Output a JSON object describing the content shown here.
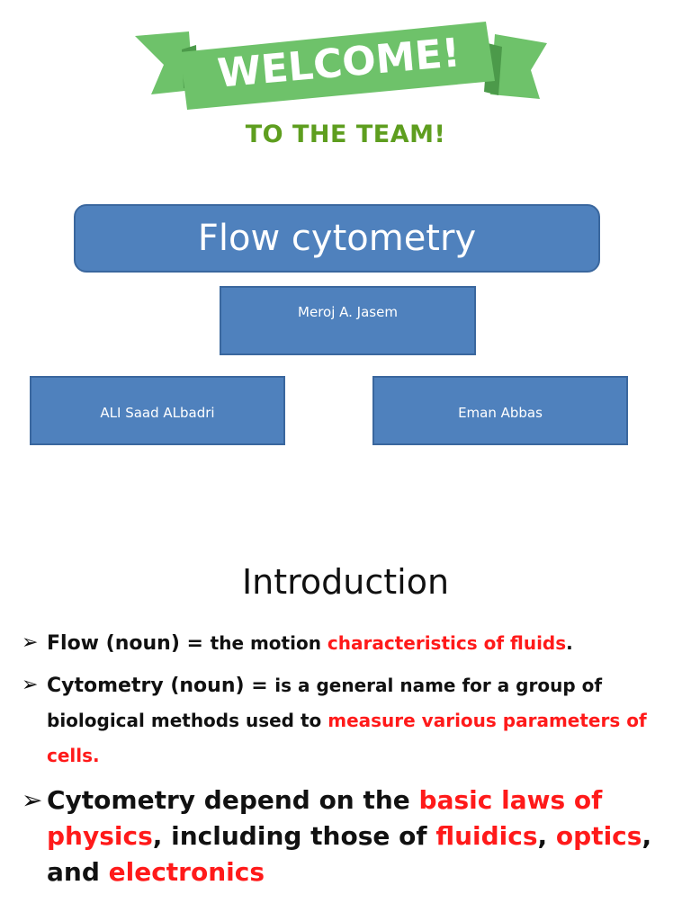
{
  "banner": {
    "welcome": "WELCOME!",
    "subtitle": "TO THE TEAM!"
  },
  "org_chart": {
    "title": "Flow cytometry",
    "top": "Meroj A. Jasem",
    "left": "ALI Saad ALbadri",
    "right": "Eman Abbas"
  },
  "intro": {
    "heading": "Introduction",
    "bullet1": {
      "term": "Flow (noun) = ",
      "text": "the motion ",
      "highlight": "characteristics of fluids",
      "end": "."
    },
    "bullet2": {
      "term": "Cytometry (noun) = ",
      "text": "is a general name for a group of biological methods used to ",
      "highlight": "measure various parameters of cells."
    },
    "bullet3": {
      "t1": "Cytometry depend on the ",
      "h1": "basic laws of physics",
      "t2": ", including those of ",
      "h2": "fluidics",
      "t3": ", ",
      "h3": "optics",
      "t4": ", and ",
      "h4": "electronics"
    }
  },
  "colors": {
    "banner_green": "#6ec26a",
    "banner_dark_green": "#4c9a4a",
    "subtitle_green": "#5e9e1f",
    "box_blue": "#4f81bd",
    "highlight_red": "#ff1a1a"
  }
}
